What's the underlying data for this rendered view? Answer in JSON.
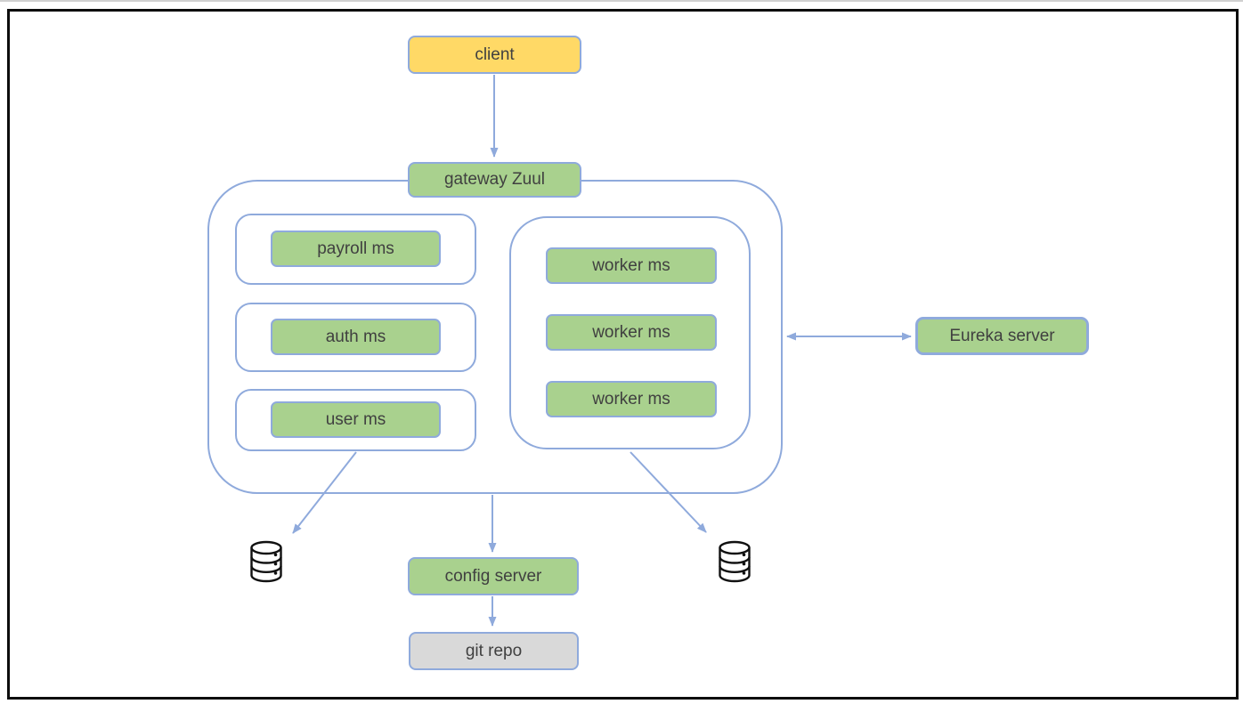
{
  "title": "microservices architecture diagram",
  "colors": {
    "border": "#8FAADC",
    "arrow": "#8FAADC",
    "green": "#A9D18E",
    "yellow": "#FFD966",
    "gray": "#D9D9D9",
    "text": "#404040",
    "frame": "#0D0D0D",
    "icon-ink": "#111111"
  },
  "nodes": {
    "client": {
      "label": "client",
      "fill": "#FFD966"
    },
    "gateway": {
      "label": "gateway Zuul",
      "fill": "#A9D18E"
    },
    "payroll": {
      "label": "payroll ms",
      "fill": "#A9D18E"
    },
    "auth": {
      "label": "auth ms",
      "fill": "#A9D18E"
    },
    "user": {
      "label": "user ms",
      "fill": "#A9D18E"
    },
    "worker1": {
      "label": "worker ms",
      "fill": "#A9D18E"
    },
    "worker2": {
      "label": "worker ms",
      "fill": "#A9D18E"
    },
    "worker3": {
      "label": "worker ms",
      "fill": "#A9D18E"
    },
    "eureka": {
      "label": "Eureka server",
      "fill": "#A9D18E"
    },
    "config": {
      "label": "config server",
      "fill": "#A9D18E"
    },
    "git": {
      "label": "git repo",
      "fill": "#D9D9D9"
    }
  },
  "icons": {
    "database_left": "database-icon",
    "database_right": "database-icon"
  },
  "edges": [
    {
      "from": "client",
      "to": "gateway",
      "type": "arrow"
    },
    {
      "from": "gateway-cluster",
      "to": "eureka",
      "type": "double-arrow"
    },
    {
      "from": "user-ms-group",
      "to": "database-left",
      "type": "arrow"
    },
    {
      "from": "worker-ms-group",
      "to": "database-right",
      "type": "arrow"
    },
    {
      "from": "gateway-cluster",
      "to": "config",
      "type": "arrow"
    },
    {
      "from": "config",
      "to": "git",
      "type": "arrow"
    }
  ]
}
